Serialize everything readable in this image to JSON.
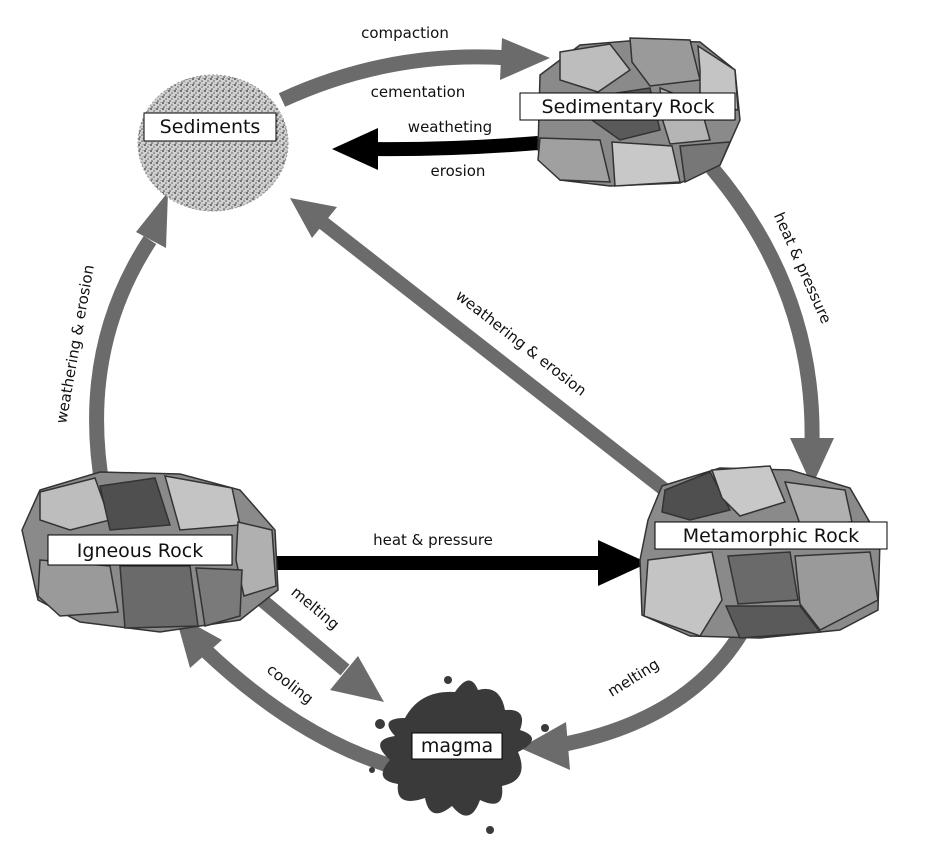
{
  "nodes": {
    "sediments": "Sediments",
    "sedimentary": "Sedimentary Rock",
    "metamorphic": "Metamorphic Rock",
    "igneous": "Igneous Rock",
    "magma": "magma"
  },
  "edges": {
    "compaction": "compaction",
    "cementation": "cementation",
    "weatheting": "weatheting",
    "erosion": "erosion",
    "heat_pressure_right": "heat & pressure",
    "weathering_erosion_diag": "weathering & erosion",
    "weathering_erosion_left": "weathering & erosion",
    "heat_pressure_mid": "heat & pressure",
    "melting_igneous": "melting",
    "cooling": "cooling",
    "melting_meta": "melting"
  },
  "colors": {
    "arrow_gray": "#6b6b6b",
    "arrow_black": "#000000",
    "rock_light": "#bdbdbd",
    "rock_mid": "#8a8a8a",
    "rock_dark": "#5a5a5a",
    "sediment": "#a8a8a8",
    "magma": "#3a3a3a"
  }
}
